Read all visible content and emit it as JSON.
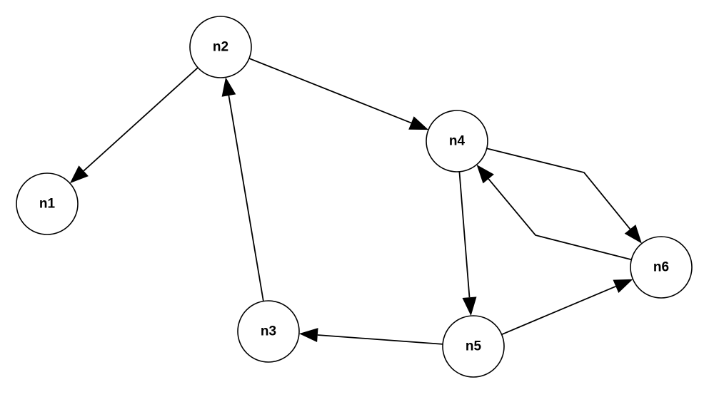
{
  "diagram": {
    "type": "directed-graph",
    "colors": {
      "node_fill": "#ffffff",
      "stroke": "#000000"
    },
    "nodes": [
      {
        "id": "n1",
        "label": "n1"
      },
      {
        "id": "n2",
        "label": "n2"
      },
      {
        "id": "n3",
        "label": "n3"
      },
      {
        "id": "n4",
        "label": "n4"
      },
      {
        "id": "n5",
        "label": "n5"
      },
      {
        "id": "n6",
        "label": "n6"
      }
    ],
    "edges": [
      {
        "from": "n2",
        "to": "n1"
      },
      {
        "from": "n2",
        "to": "n4"
      },
      {
        "from": "n3",
        "to": "n2"
      },
      {
        "from": "n4",
        "to": "n5"
      },
      {
        "from": "n4",
        "to": "n6"
      },
      {
        "from": "n6",
        "to": "n4"
      },
      {
        "from": "n5",
        "to": "n3"
      },
      {
        "from": "n5",
        "to": "n6"
      }
    ]
  }
}
